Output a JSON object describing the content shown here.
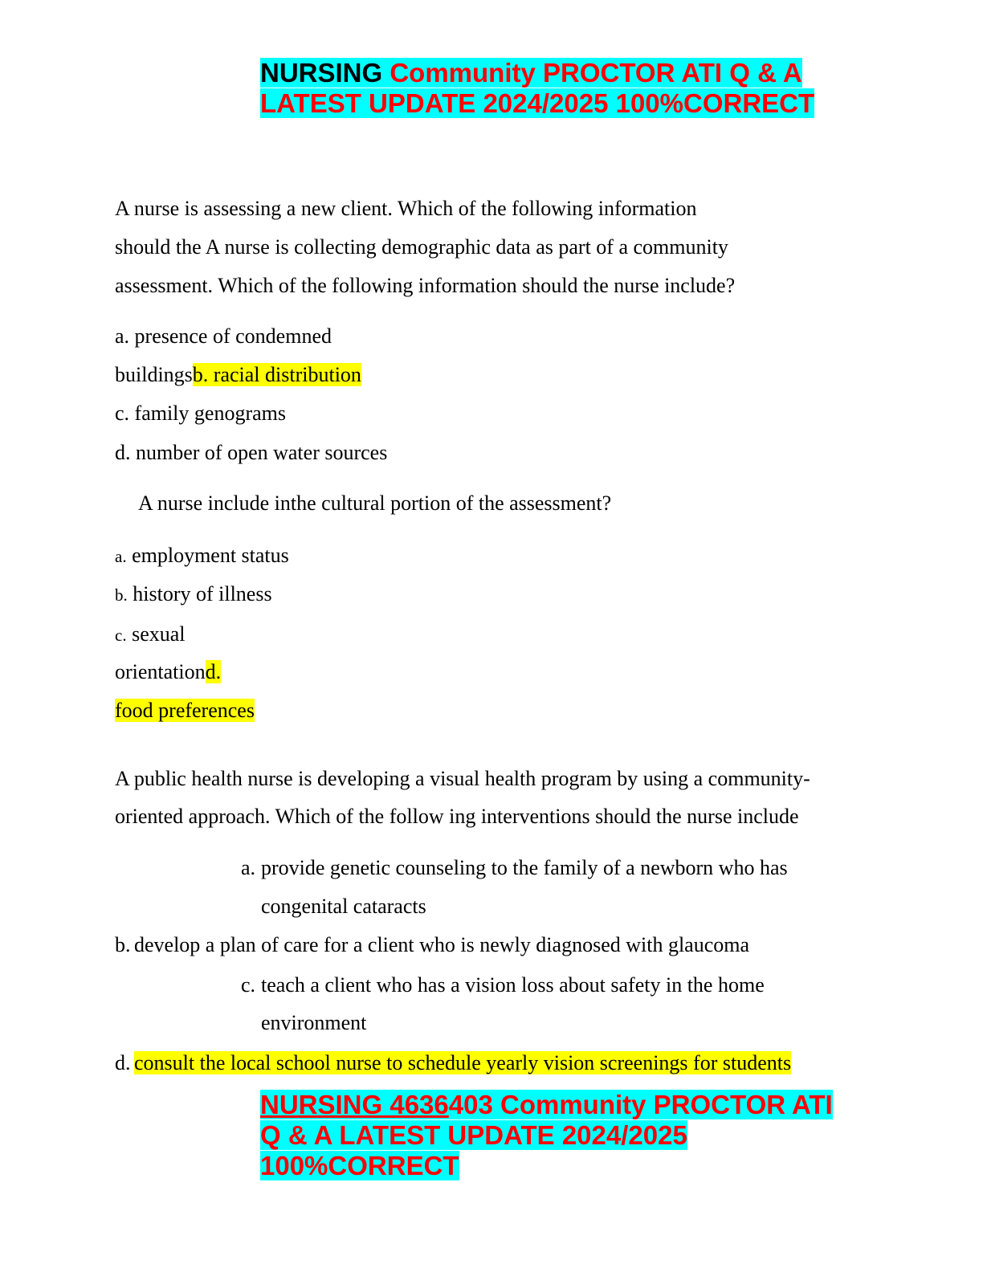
{
  "header": {
    "line1_black": "NURSING ",
    "line1_red": "Community PROCTOR ATI Q & A",
    "line2": "LATEST UPDATE 2024/2025 100%CORRECT"
  },
  "q1": {
    "line1": "A nurse is assessing a new client. Which of the following information",
    "line2": "should the A nurse is collecting demographic data as part of a community",
    "line3": "assessment. Which of the following information should the nurse include?",
    "opt_a": "a. presence of condemned",
    "opt_a_cont": "buildings",
    "opt_b": "b. racial distribution",
    "opt_c": "c. family genograms",
    "opt_d": "d. number of open water sources"
  },
  "q2": {
    "stem": "A nurse include inthe cultural portion of the assessment?",
    "opt_a_letter": "a.",
    "opt_a_text": " employment status",
    "opt_b_letter": "b.",
    "opt_b_text": " history of illness",
    "opt_c_letter": "c.",
    "opt_c_text": " sexual",
    "opt_c_cont": "orientation",
    "opt_d_letter": "d.",
    "opt_d_text": "food preferences"
  },
  "q3": {
    "line1": "A public health nurse is developing a visual health program by using a community-",
    "line2": "oriented approach. Which of the follow ing interventions should the nurse include",
    "opt_a_letter": "a.",
    "opt_a_line1": "provide genetic counseling to the family of a newborn who has",
    "opt_a_line2": "congenital cataracts",
    "opt_b_letter": "b.",
    "opt_b_text": "develop a plan of care for a client who is newly diagnosed with glaucoma",
    "opt_c_letter": "c.",
    "opt_c_line1": "teach a client who has a vision loss about safety in the home",
    "opt_c_line2": "environment",
    "opt_d_letter": "d.",
    "opt_d_text": "consult the local school nurse to schedule yearly vision screenings for students"
  },
  "footer": {
    "line1_underlined": "NURSING 4636",
    "line1_rest": "403 Community PROCTOR ATI",
    "line2": "Q & A LATEST UPDATE 2024/2025",
    "line3": "100%CORRECT"
  },
  "colors": {
    "title_highlight": "#00ffff",
    "answer_highlight": "#ffff00",
    "title_red": "#ff0000"
  }
}
